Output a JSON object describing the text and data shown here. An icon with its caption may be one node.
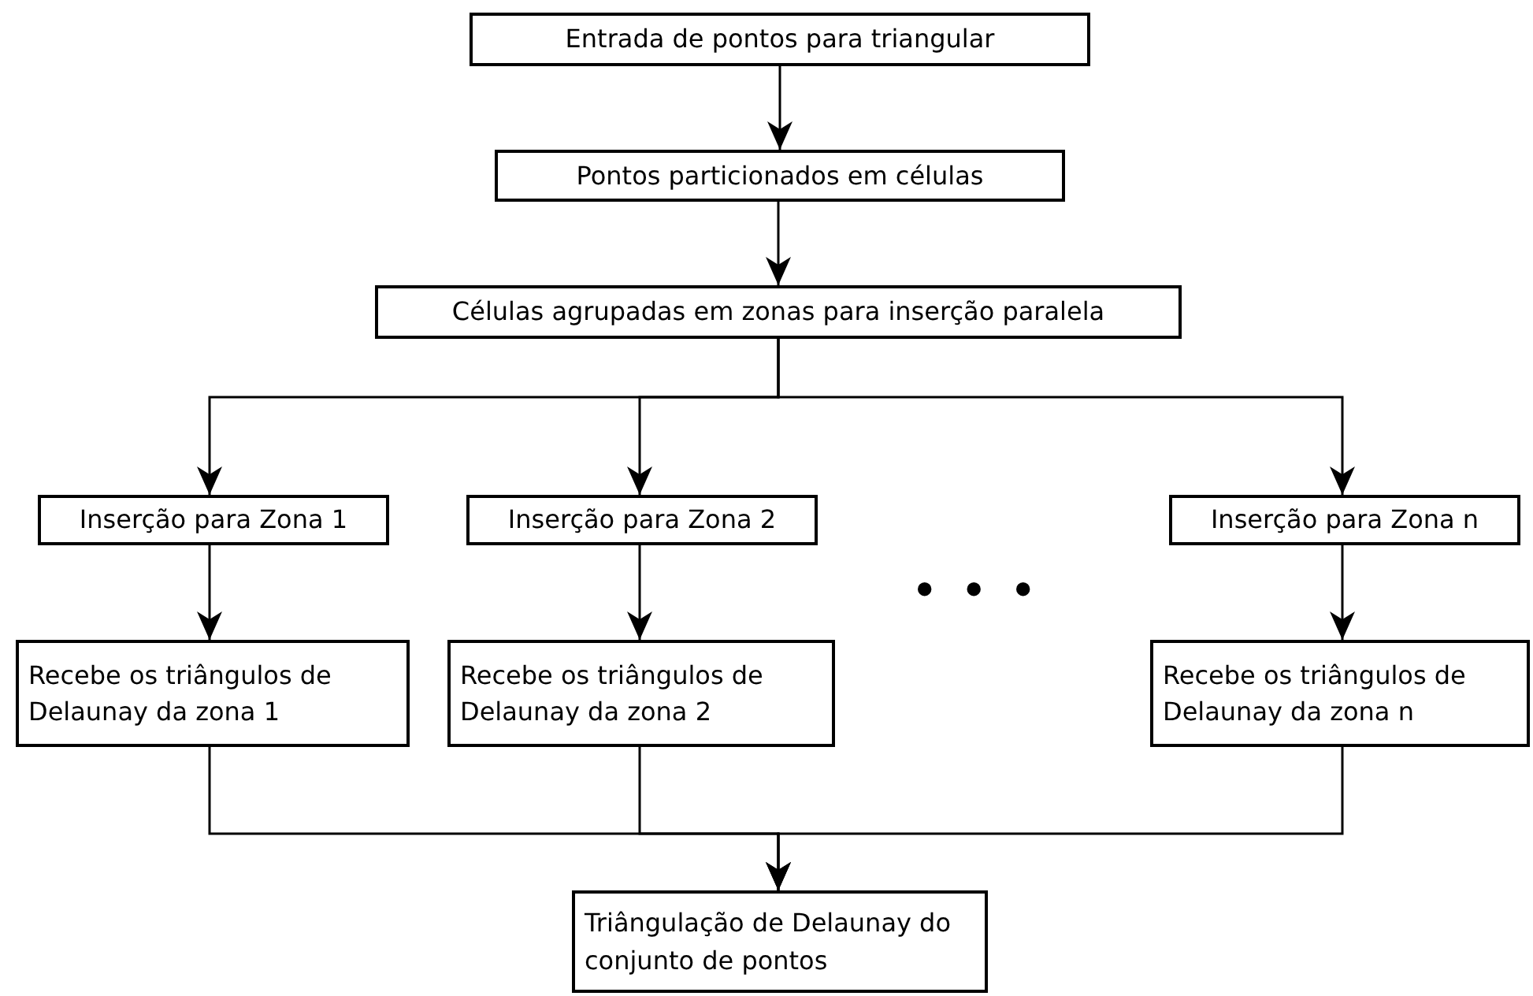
{
  "diagram": {
    "nodes": [
      {
        "text": [
          "Entrada de pontos para triangular"
        ]
      },
      {
        "text": [
          "Pontos particionados em células"
        ]
      },
      {
        "text": [
          "Células agrupadas em zonas para inserção paralela"
        ]
      },
      {
        "text": [
          "Inserção para Zona 1"
        ]
      },
      {
        "text": [
          "Inserção para Zona 2"
        ]
      },
      {
        "text": [
          "Inserção para Zona n"
        ]
      },
      {
        "text": [
          "Recebe os triângulos de Delaunay da zona 1"
        ]
      },
      {
        "text": [
          "Recebe os triângulos de Delaunay da zona 2"
        ]
      },
      {
        "text": [
          "Recebe os triângulos de Delaunay da zona n"
        ]
      },
      {
        "text": [
          "Triângulação de Delaunay do conjunto de pontos"
        ]
      }
    ],
    "edges": [
      {
        "from": 0,
        "to": 1,
        "arrow": "to"
      },
      {
        "from": 1,
        "to": 2,
        "arrow": "to"
      },
      {
        "from": 2,
        "to": 3,
        "arrow": "to"
      },
      {
        "from": 2,
        "to": 4,
        "arrow": "to"
      },
      {
        "from": 2,
        "to": 5,
        "arrow": "to"
      },
      {
        "from": 3,
        "to": 6,
        "arrow": "to"
      },
      {
        "from": 4,
        "to": 7,
        "arrow": "to"
      },
      {
        "from": 5,
        "to": 8,
        "arrow": "to"
      },
      {
        "from": 6,
        "to": 9,
        "arrow": "to"
      },
      {
        "from": 7,
        "to": 9,
        "arrow": "to"
      },
      {
        "from": 8,
        "to": 9,
        "arrow": "to"
      }
    ],
    "labels": [
      "• • •"
    ]
  }
}
